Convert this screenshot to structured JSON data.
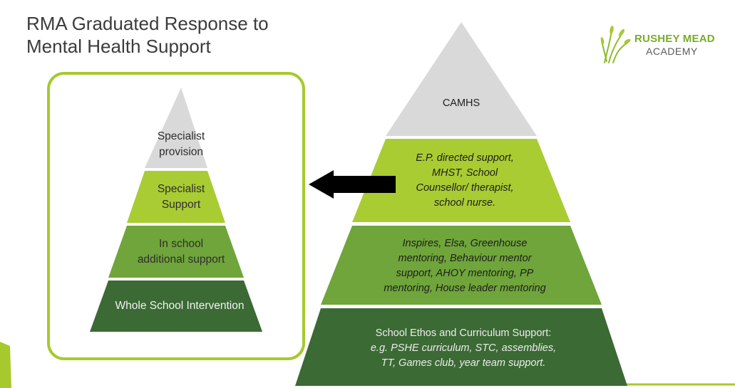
{
  "title": {
    "line1": "RMA Graduated Response to",
    "line2": "Mental Health Support"
  },
  "logo": {
    "name": "RUSHEY MEAD",
    "sub": "ACADEMY",
    "icon": "wheat-grass-icon"
  },
  "colors": {
    "brand_green": "#a6c92e",
    "tier_grey": "#d9d9d9",
    "tier_light_green": "#a9cc33",
    "tier_mid_green": "#6fa53a",
    "tier_dark_green": "#3b6a34"
  },
  "left_pyramid": {
    "tiers": [
      {
        "text": "Specialist\nprovision"
      },
      {
        "text": "Specialist\nSupport"
      },
      {
        "text": "In school\nadditional support"
      },
      {
        "text": "Whole School Intervention"
      }
    ]
  },
  "right_pyramid": {
    "tiers": [
      {
        "text": "CAMHS"
      },
      {
        "text": "E.P. directed support,\nMHST, School\nCounsellor/ therapist,\nschool nurse."
      },
      {
        "text": "Inspires, Elsa, Greenhouse\nmentoring, Behaviour mentor\nsupport, AHOY mentoring, PP\nmentoring, House leader mentoring"
      },
      {
        "text": "School Ethos and Curriculum Support:\ne.g. PSHE curriculum, STC, assemblies,\nTT, Games club, year team support."
      }
    ]
  },
  "arrow": {
    "direction": "left",
    "icon": "left-arrow-icon"
  }
}
